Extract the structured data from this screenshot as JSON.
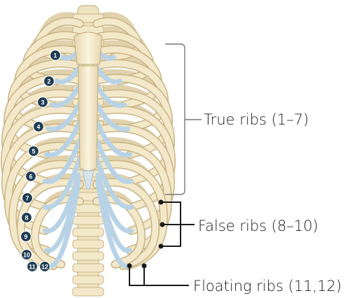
{
  "labels": {
    "true_ribs": "True ribs (1–7)",
    "false_ribs": "False ribs (8–10)",
    "floating_ribs": "Floating ribs (11,12)"
  },
  "rib_numbers": [
    "1",
    "2",
    "3",
    "4",
    "5",
    "6",
    "7",
    "8",
    "9",
    "10",
    "11",
    "12"
  ],
  "colors": {
    "bone": "#f3e8c9",
    "bone_edge": "#c8b484",
    "cartilage": "#b9d3e6",
    "marker": "#1f3c52",
    "bracket": "#777777",
    "pointer": "#1a1a1a"
  }
}
